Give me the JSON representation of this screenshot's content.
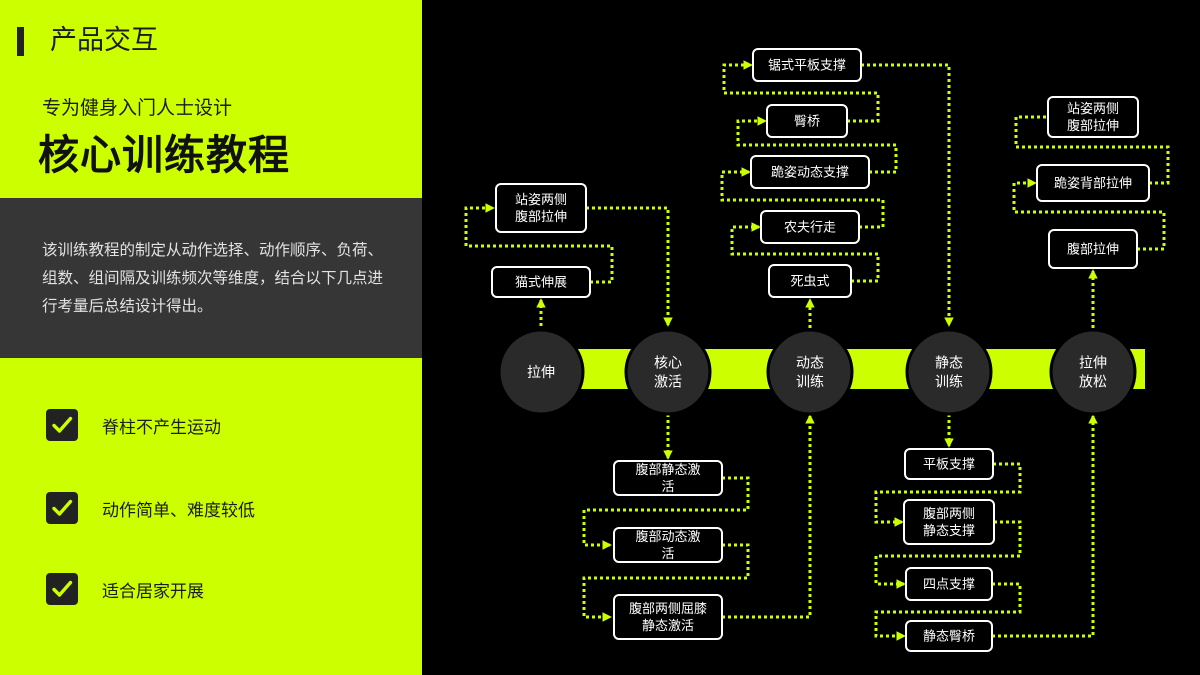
{
  "header": {
    "section_title": "产品交互",
    "subtitle": "专为健身入门人士设计",
    "main_title": "核心训练教程"
  },
  "description": "该训练教程的制定从动作选择、动作顺序、负荷、组数、组间隔及训练频次等维度，结合以下几点进行考量后总结设计得出。",
  "features": [
    {
      "label": "脊柱不产生运动",
      "icon": "check-icon"
    },
    {
      "label": "动作简单、难度较低",
      "icon": "check-icon"
    },
    {
      "label": "适合居家开展",
      "icon": "check-icon"
    }
  ],
  "colors": {
    "accent": "#CCFF00",
    "dark_panel": "#363636",
    "background": "#000000",
    "circle": "#2a2a2a"
  },
  "flow": {
    "stages": [
      {
        "id": "stretch",
        "lines": [
          "拉伸"
        ]
      },
      {
        "id": "core-activation",
        "lines": [
          "核心",
          "激活"
        ]
      },
      {
        "id": "dynamic-training",
        "lines": [
          "动态",
          "训练"
        ]
      },
      {
        "id": "static-training",
        "lines": [
          "静态",
          "训练"
        ]
      },
      {
        "id": "stretch-relax",
        "lines": [
          "拉伸",
          "放松"
        ]
      }
    ],
    "steps": {
      "stretch": [
        {
          "lines": [
            "猫式伸展"
          ]
        },
        {
          "lines": [
            "站姿两侧",
            "腹部拉伸"
          ]
        }
      ],
      "core-activation": [
        {
          "lines": [
            "腹部静态激",
            "活"
          ]
        },
        {
          "lines": [
            "腹部动态激",
            "活"
          ]
        },
        {
          "lines": [
            "腹部两侧屈膝",
            "静态激活"
          ]
        }
      ],
      "dynamic-training": [
        {
          "lines": [
            "死虫式"
          ]
        },
        {
          "lines": [
            "农夫行走"
          ]
        },
        {
          "lines": [
            "跪姿动态支撑"
          ]
        },
        {
          "lines": [
            "臀桥"
          ]
        },
        {
          "lines": [
            "锯式平板支撑"
          ]
        }
      ],
      "static-training": [
        {
          "lines": [
            "平板支撑"
          ]
        },
        {
          "lines": [
            "腹部两侧",
            "静态支撑"
          ]
        },
        {
          "lines": [
            "四点支撑"
          ]
        },
        {
          "lines": [
            "静态臀桥"
          ]
        }
      ],
      "stretch-relax": [
        {
          "lines": [
            "腹部拉伸"
          ]
        },
        {
          "lines": [
            "跪姿背部拉伸"
          ]
        },
        {
          "lines": [
            "站姿两侧",
            "腹部拉伸"
          ]
        }
      ]
    }
  }
}
